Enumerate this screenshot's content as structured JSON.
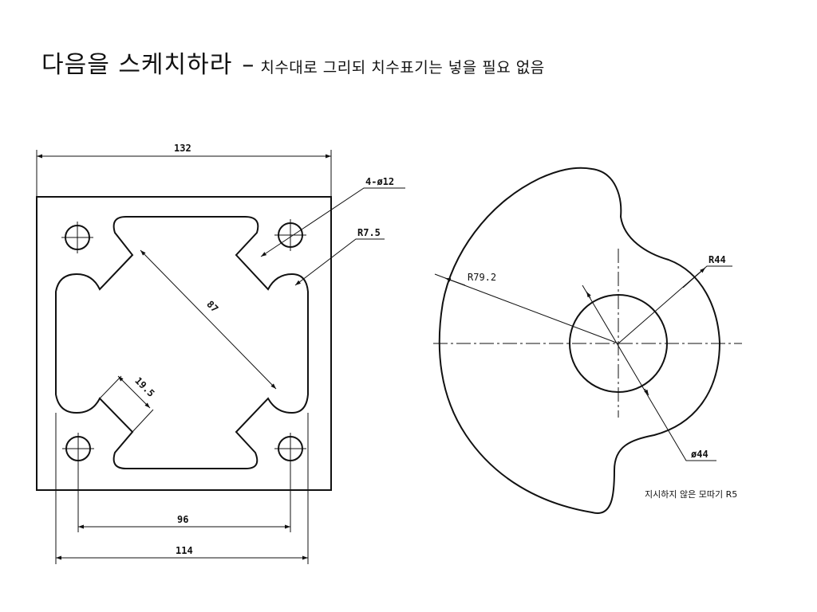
{
  "header": {
    "title": "다음을 스케치하라",
    "dash": "–",
    "subtitle": "치수대로 그리되 치수표기는 넣을 필요 없음"
  },
  "left_drawing": {
    "dim_width_top": "132",
    "dim_holes": "4-ø12",
    "dim_radius": "R7.5",
    "dim_diagonal": "87",
    "dim_slot": "19.5",
    "dim_hole_spacing": "96",
    "dim_bottom": "114"
  },
  "right_drawing": {
    "dim_outer_radius": "R79.2",
    "dim_arc_radius": "R44",
    "dim_bore": "ø44",
    "note": "지시하지 않은 모따기 R5"
  }
}
